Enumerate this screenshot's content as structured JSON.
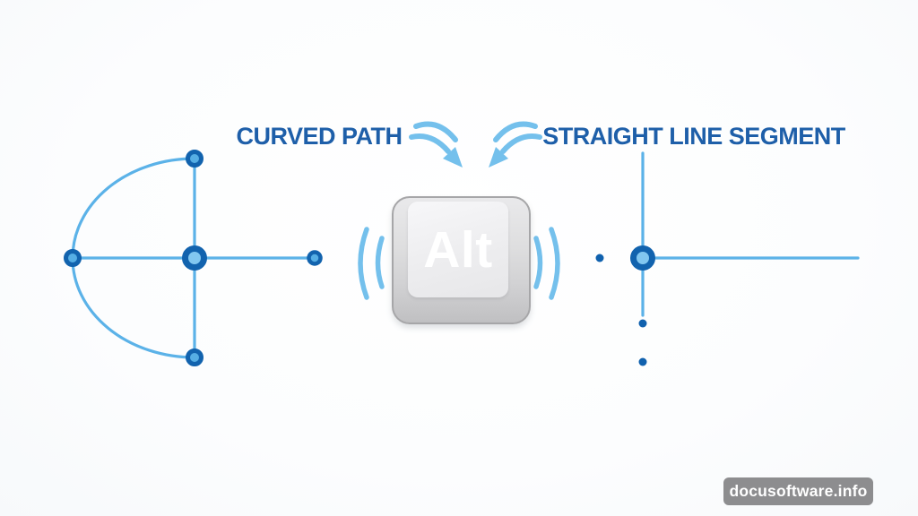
{
  "title": "Alt key drawing modes diagram",
  "labels": {
    "curved_path": "CURVED PATH",
    "straight_line_segment": "STRAIGHT LINE SEGMENT"
  },
  "key": {
    "label": "Alt"
  },
  "watermark": {
    "text": "docusoftware.info"
  },
  "icons": {
    "arrow_left": "curved-arrow-pointing-down-right",
    "arrow_right": "curved-arrow-pointing-down-left",
    "vibration_left": "double-arc-wave-marks",
    "vibration_right": "double-arc-wave-marks"
  },
  "colors": {
    "label-blue": "#1e5fa9",
    "line-blue": "#5bb2e8",
    "node-ring-blue": "#1263ae",
    "node-fill-center": "#82c7f0",
    "node-fill-small": "#56aee4",
    "dot-blue": "#1061ae",
    "arrow-blue": "#74c0ec",
    "key-text": "#ffffff",
    "watermark-bg": "#8d8d8f",
    "watermark-text": "#ffffff",
    "background": "#fdfdfe"
  }
}
